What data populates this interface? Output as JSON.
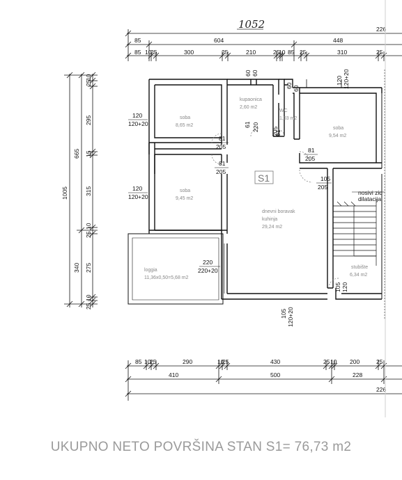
{
  "handwritten_total": "1052",
  "top_dims": {
    "row1_right": "226",
    "row2": [
      "85",
      "604",
      "448"
    ],
    "row3": [
      "85",
      "10",
      "25",
      "300",
      "25",
      "210",
      "25",
      "10",
      "85",
      "25",
      "310",
      "25"
    ]
  },
  "bottom_dims": {
    "row1": [
      "85",
      "10",
      "25",
      "290",
      "10",
      "25",
      "430",
      "25",
      "10",
      "200",
      "25"
    ],
    "row2": [
      "410",
      "500",
      "228"
    ],
    "row3_right": "226"
  },
  "left_dims": {
    "total": "1005",
    "mid": [
      "665",
      "340"
    ],
    "inner": [
      "25",
      "10",
      "295",
      "15",
      "315",
      "10",
      "25",
      "275",
      "10",
      "25"
    ]
  },
  "openings": {
    "w1": [
      "120",
      "120+20"
    ],
    "w2": [
      "120",
      "120+20"
    ],
    "w3": [
      "120",
      "120+20"
    ],
    "w4": [
      "220",
      "220+20"
    ],
    "w5": [
      "105",
      "120+20"
    ],
    "d1": [
      "81",
      "205"
    ],
    "d2": [
      "81",
      "205"
    ],
    "d3": [
      "81",
      "205"
    ],
    "d4": [
      "105",
      "205"
    ],
    "d5": [
      "105",
      "120"
    ],
    "d_wc": [
      "61",
      "220"
    ],
    "d_bath": [
      "61",
      "205"
    ],
    "top_60a": "60",
    "top_60b": "60",
    "top_60c": "60",
    "top_60d": "60"
  },
  "label_s1": "S1",
  "rooms": {
    "soba1": [
      "soba",
      "8,65 m2"
    ],
    "kupaonica": [
      "kupaonica",
      "2,60 m2"
    ],
    "wc": [
      "WC",
      "1,03 m2"
    ],
    "soba3": [
      "soba",
      "9,54 m2"
    ],
    "soba2": [
      "soba",
      "9,45 m2"
    ],
    "dnevni": [
      "dnevni boravak",
      "kuhinja",
      "29,24 m2"
    ],
    "loggia": [
      "loggia",
      "11,36x0,50=5,68 m2"
    ],
    "stubiste": [
      "stubište",
      "6,34 m2"
    ]
  },
  "annotation": [
    "nosivi zid",
    "dilatacija"
  ],
  "footer": "UKUPNO NETO POVRŠINA STAN S1= 76,73 m2"
}
